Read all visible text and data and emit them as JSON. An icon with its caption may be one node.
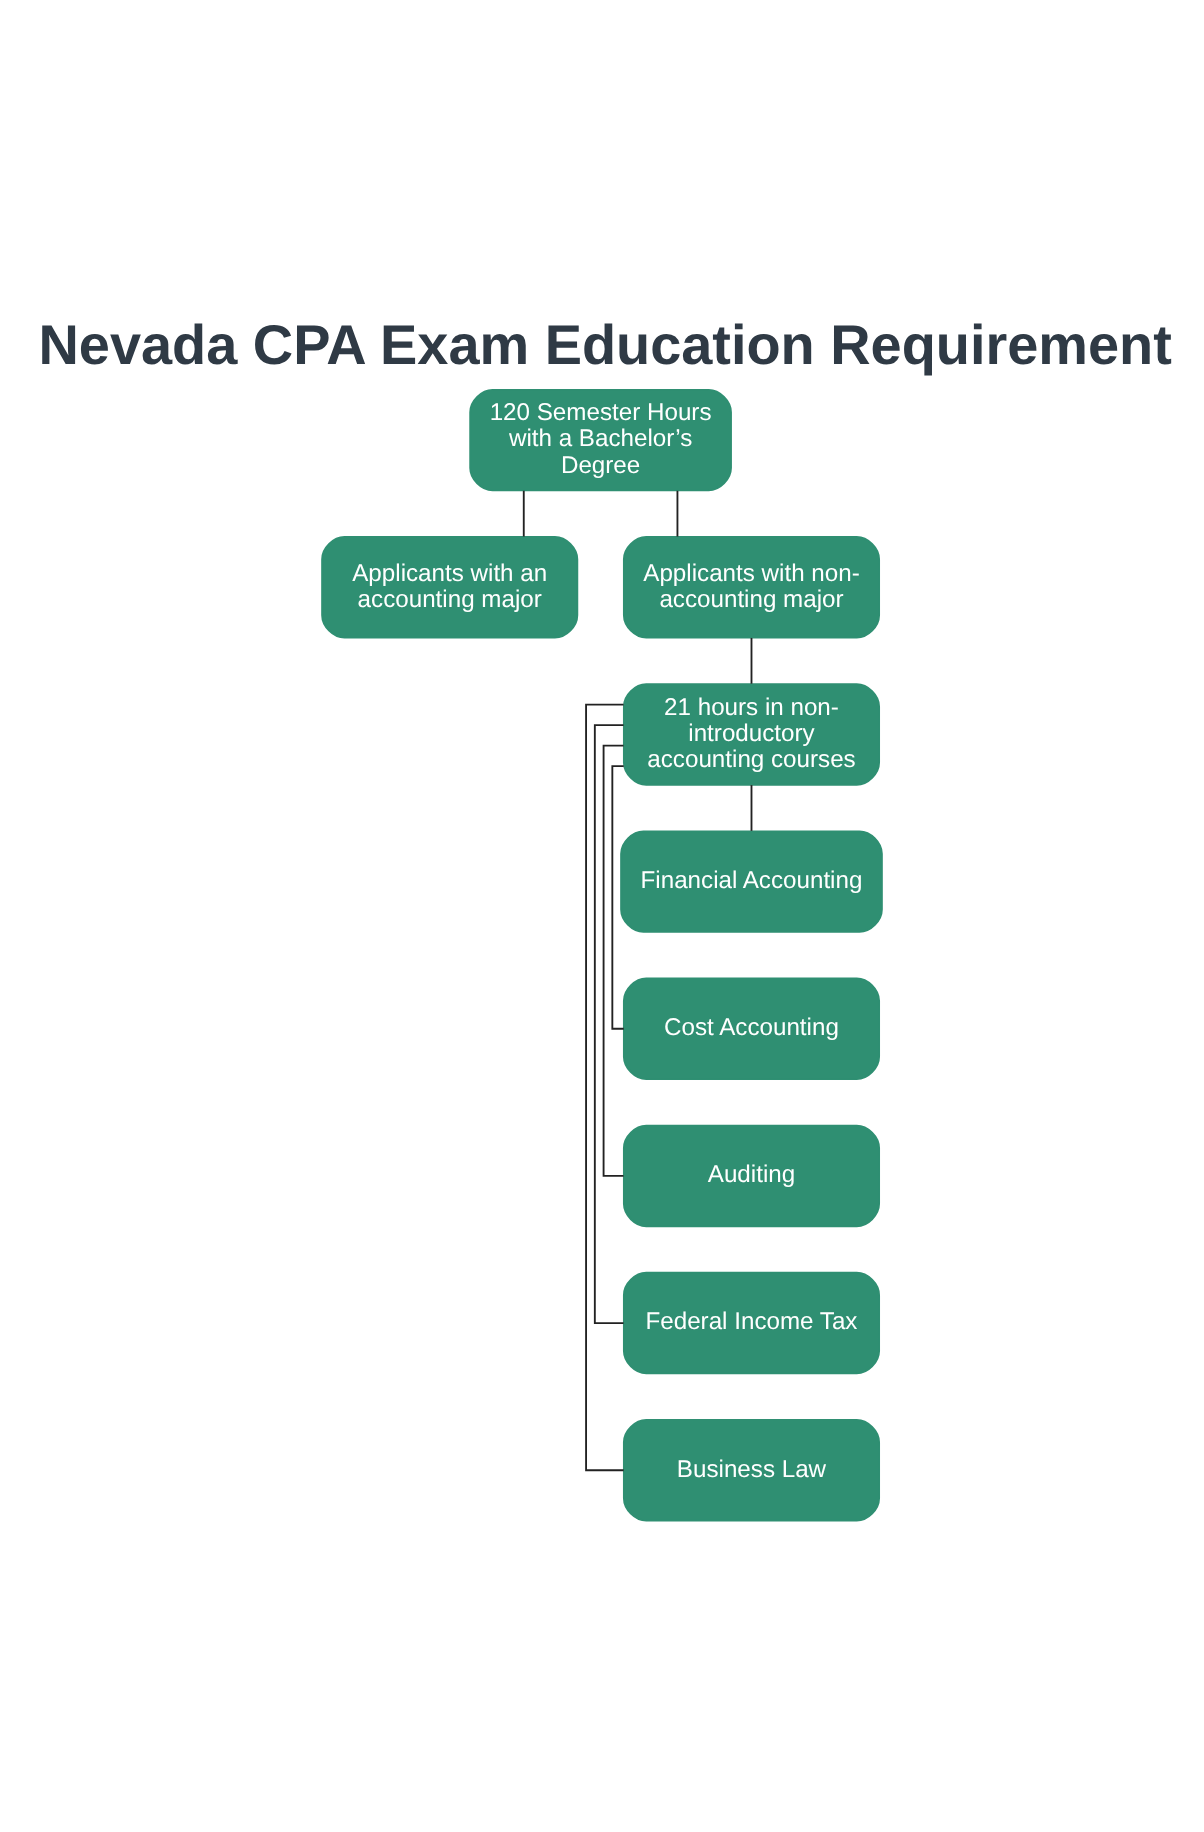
{
  "diagram": {
    "title": "Nevada CPA Exam Education Requirement",
    "nodes": [
      {
        "text": [
          "120 Semester Hours with a Bachelor’s Degree"
        ]
      },
      {
        "text": [
          "Applicants with an accounting major"
        ]
      },
      {
        "text": [
          "Applicants with non-accounting major"
        ]
      },
      {
        "text": [
          "21 hours in non-introductory accounting courses"
        ]
      },
      {
        "text": [
          "Financial Accounting"
        ]
      },
      {
        "text": [
          "Cost Accounting"
        ]
      },
      {
        "text": [
          "Auditing"
        ]
      },
      {
        "text": [
          "Federal Income Tax"
        ]
      },
      {
        "text": [
          "Business Law"
        ]
      }
    ],
    "edges": [
      {
        "from": 0,
        "to": 1,
        "arrow": "none"
      },
      {
        "from": 0,
        "to": 2,
        "arrow": "none"
      },
      {
        "from": 2,
        "to": 3,
        "arrow": "none"
      },
      {
        "from": 3,
        "to": 4,
        "arrow": "none"
      },
      {
        "from": 3,
        "to": 5,
        "arrow": "none"
      },
      {
        "from": 3,
        "to": 6,
        "arrow": "none"
      },
      {
        "from": 3,
        "to": 7,
        "arrow": "none"
      },
      {
        "from": 3,
        "to": 8,
        "arrow": "none"
      }
    ]
  }
}
